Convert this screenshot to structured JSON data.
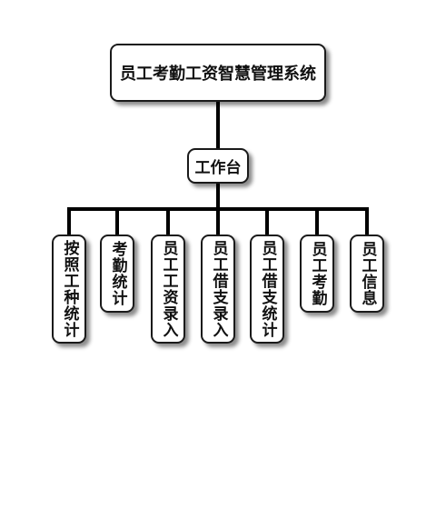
{
  "diagram": {
    "root": "员工考勤工资智慧管理系统",
    "hub": "工作台",
    "children": [
      "按照工种统计",
      "考勤统计",
      "员工工资录入",
      "员工借支录入",
      "员工借支统计",
      "员工考勤",
      "员工信息"
    ]
  }
}
